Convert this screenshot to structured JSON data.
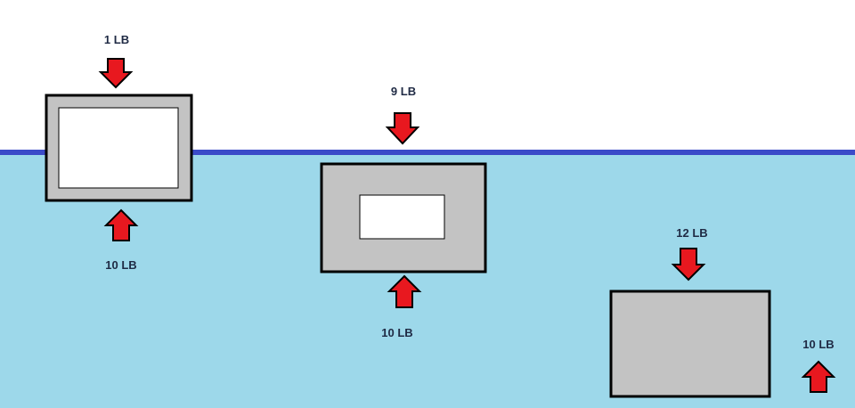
{
  "colors": {
    "water": "#9dd8ea",
    "waterline": "#3b4bc8",
    "block_fill": "#c3c3c3",
    "cavity_fill": "#ffffff",
    "outline": "#000000",
    "arrow_fill": "#e8181f"
  },
  "blocks": [
    {
      "name": "block-floating",
      "cavity": "large",
      "top_force": "1 LB",
      "bottom_force": "10 LB",
      "top_arrow": "arrow-down-icon",
      "bottom_arrow": "arrow-up-icon"
    },
    {
      "name": "block-suspended",
      "cavity": "small",
      "top_force": "9 LB",
      "bottom_force": "10 LB",
      "top_arrow": "arrow-down-icon",
      "bottom_arrow": "arrow-up-icon"
    },
    {
      "name": "block-sinking",
      "cavity": "none",
      "top_force": "12 LB",
      "bottom_force": "10 LB",
      "top_arrow": "arrow-down-icon",
      "bottom_arrow": "arrow-up-icon"
    }
  ]
}
